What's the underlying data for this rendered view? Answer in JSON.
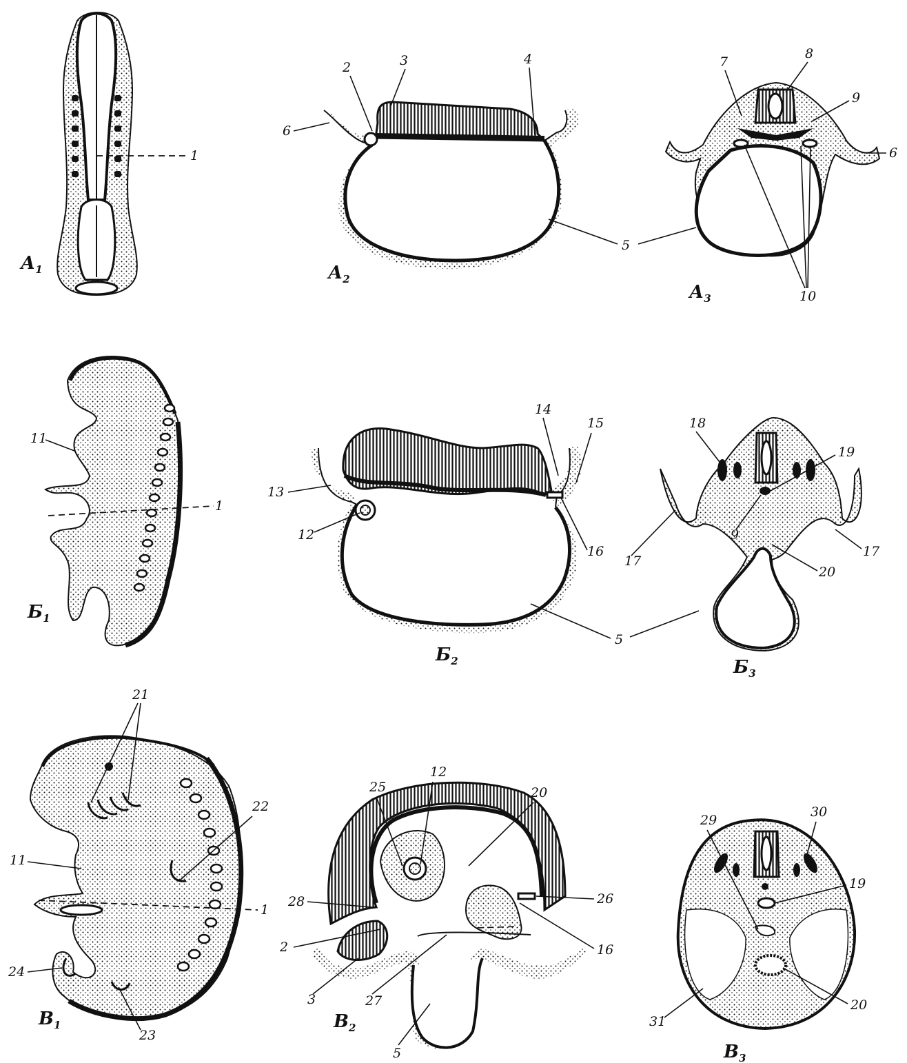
{
  "panels": {
    "a1": {
      "letter": "А",
      "index": "1"
    },
    "a2": {
      "letter": "А",
      "index": "2"
    },
    "a3": {
      "letter": "А",
      "index": "3"
    },
    "b1": {
      "letter": "Б",
      "index": "1"
    },
    "b2": {
      "letter": "Б",
      "index": "2"
    },
    "b3": {
      "letter": "Б",
      "index": "3"
    },
    "c1": {
      "letter": "В",
      "index": "1"
    },
    "c2": {
      "letter": "В",
      "index": "2"
    },
    "c3": {
      "letter": "В",
      "index": "3"
    }
  },
  "labels": {
    "a1_1": "1",
    "a2_2": "2",
    "a2_3": "3",
    "a2_4": "4",
    "a2_6": "6",
    "a2_5": "5",
    "a3_7": "7",
    "a3_8": "8",
    "a3_9": "9",
    "a3_6": "6",
    "a3_10": "10",
    "b1_11": "11",
    "b1_1": "1",
    "b2_13": "13",
    "b2_12": "12",
    "b2_14": "14",
    "b2_15": "15",
    "b2_16": "16",
    "b2_5": "5",
    "b3_18": "18",
    "b3_19": "19",
    "b3_17a": "17",
    "b3_9": "9",
    "b3_20": "20",
    "b3_17b": "17",
    "c1_21": "21",
    "c1_22": "22",
    "c1_11": "11",
    "c1_1": "1",
    "c1_24": "24",
    "c1_23": "23",
    "c2_25": "25",
    "c2_12": "12",
    "c2_20": "20",
    "c2_28": "28",
    "c2_26": "26",
    "c2_2": "2",
    "c2_16": "16",
    "c2_3": "3",
    "c2_27": "27",
    "c2_5": "5",
    "c3_29": "29",
    "c3_30": "30",
    "c3_19": "19",
    "c3_31": "31",
    "c3_20": "20"
  }
}
